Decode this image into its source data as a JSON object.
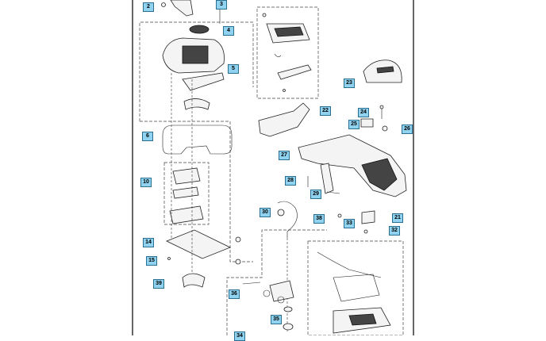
{
  "diagram": {
    "callouts": [
      {
        "id": "c2",
        "label": "2"
      },
      {
        "id": "c3",
        "label": "3"
      },
      {
        "id": "c4",
        "label": "4"
      },
      {
        "id": "c5",
        "label": "5"
      },
      {
        "id": "c6",
        "label": "6"
      },
      {
        "id": "c10",
        "label": "10"
      },
      {
        "id": "c14",
        "label": "14"
      },
      {
        "id": "c15",
        "label": "15"
      },
      {
        "id": "c21",
        "label": "21"
      },
      {
        "id": "c22",
        "label": "22"
      },
      {
        "id": "c23",
        "label": "23"
      },
      {
        "id": "c24",
        "label": "24"
      },
      {
        "id": "c25",
        "label": "25"
      },
      {
        "id": "c26",
        "label": "26"
      },
      {
        "id": "c27",
        "label": "27"
      },
      {
        "id": "c28",
        "label": "28"
      },
      {
        "id": "c29",
        "label": "29"
      },
      {
        "id": "c30",
        "label": "30"
      },
      {
        "id": "c32",
        "label": "32"
      },
      {
        "id": "c33",
        "label": "33"
      },
      {
        "id": "c34",
        "label": "34"
      },
      {
        "id": "c35",
        "label": "35"
      },
      {
        "id": "c36",
        "label": "36"
      },
      {
        "id": "c38",
        "label": "38"
      },
      {
        "id": "c39",
        "label": "39"
      }
    ],
    "colors": {
      "callout_fill": "#8fd3f0",
      "callout_border": "#2a6f8f",
      "line": "#222222"
    }
  }
}
